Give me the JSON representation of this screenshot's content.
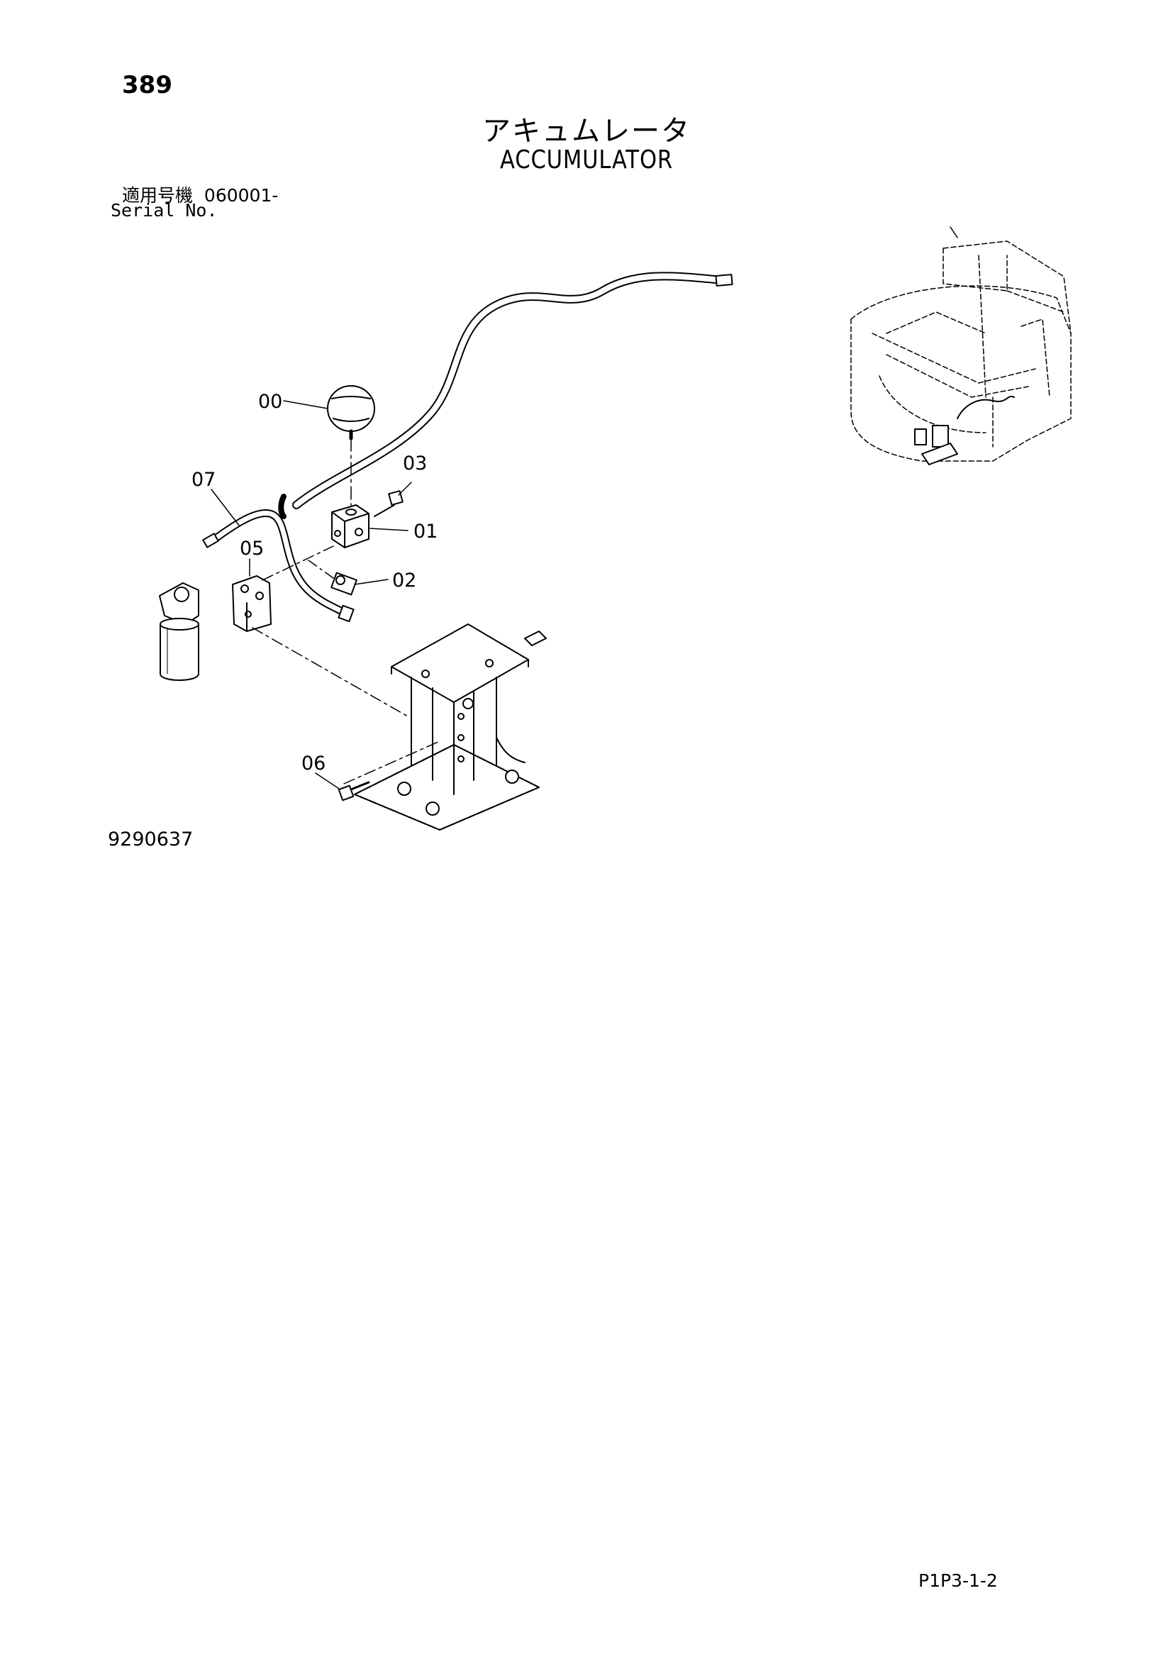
{
  "header": {
    "page_number": "389",
    "title_jp": "アキュムレータ",
    "title_en": "ACCUMULATOR",
    "serial_label_jp": "適用号機",
    "serial_value": "060001-",
    "serial_label_en": "Serial No."
  },
  "diagram": {
    "callouts": [
      "00",
      "01",
      "02",
      "03",
      "05",
      "06",
      "07"
    ],
    "drawing_number": "9290637"
  },
  "footer": {
    "page_ref": "P1P3-1-2"
  },
  "colors": {
    "ink": "#000000",
    "paper": "#ffffff"
  }
}
